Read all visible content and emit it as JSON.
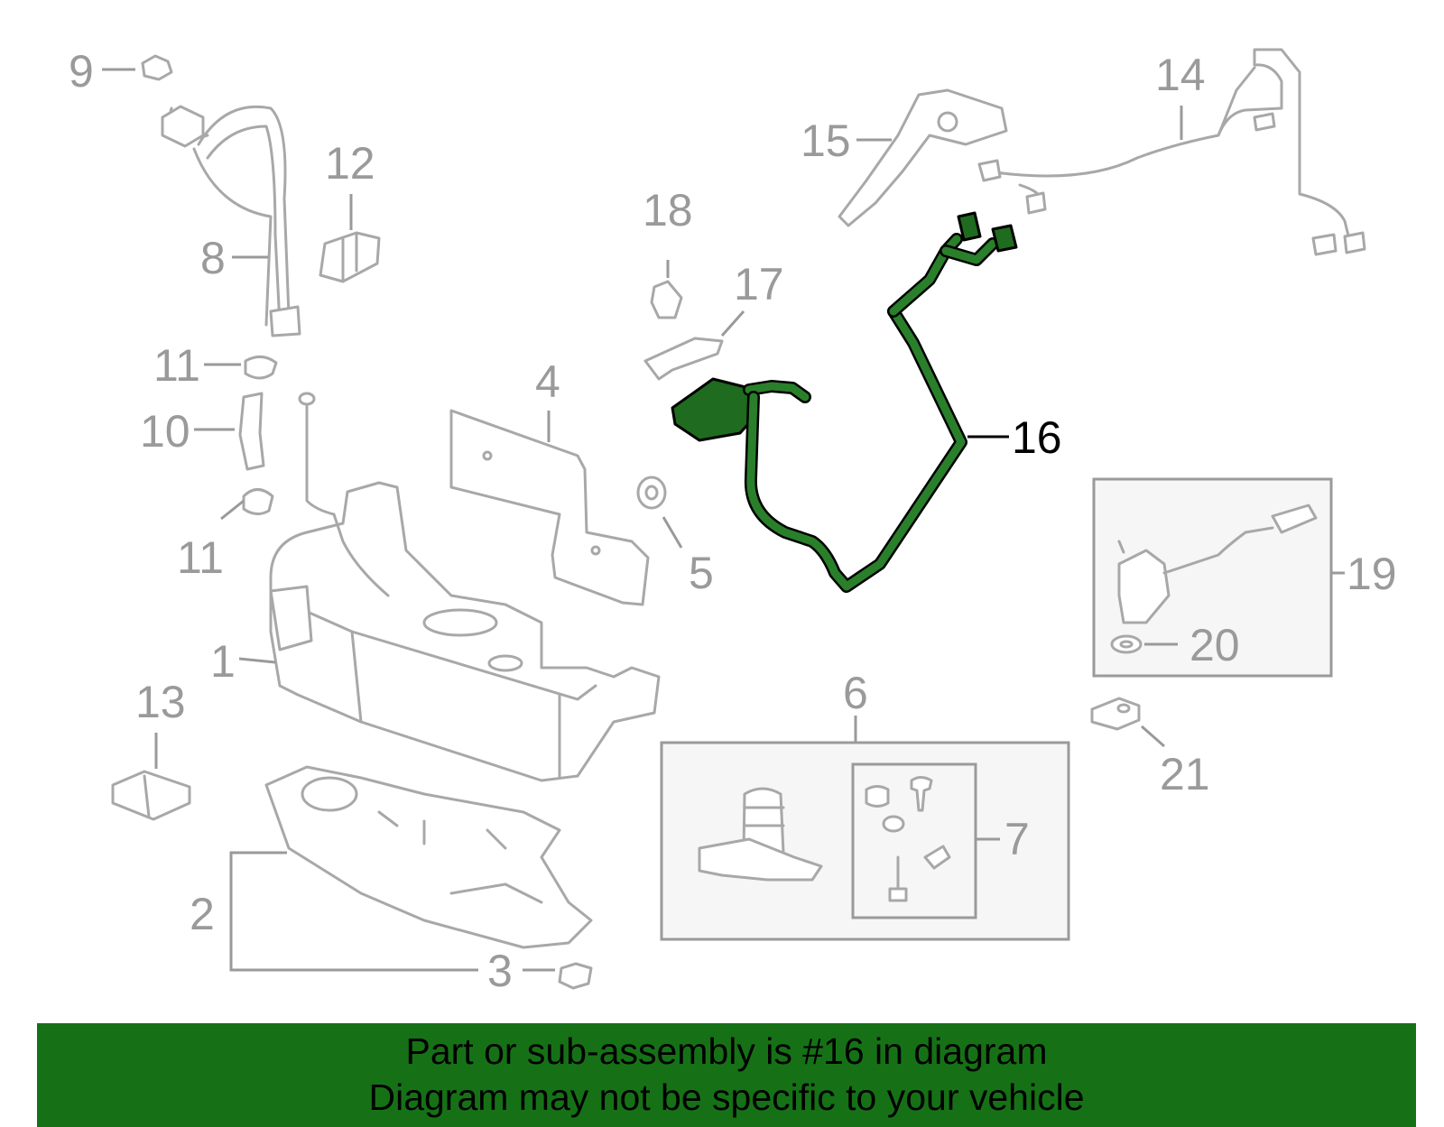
{
  "callouts": {
    "c1": "1",
    "c2": "2",
    "c3": "3",
    "c4": "4",
    "c5": "5",
    "c6": "6",
    "c7": "7",
    "c8": "8",
    "c9": "9",
    "c10": "10",
    "c11a": "11",
    "c11b": "11",
    "c12": "12",
    "c13": "13",
    "c14": "14",
    "c15": "15",
    "c16": "16",
    "c17": "17",
    "c18": "18",
    "c19": "19",
    "c20": "20",
    "c21": "21"
  },
  "highlighted_part": "16",
  "colors": {
    "highlight": "#1f6b1f",
    "banner": "#167116",
    "part_outline": "#a8a8a8",
    "callout": "#9a9a9a"
  },
  "banner": {
    "line1": "Part or sub-assembly is #16 in diagram",
    "line2": "Diagram may not be specific to your vehicle"
  }
}
